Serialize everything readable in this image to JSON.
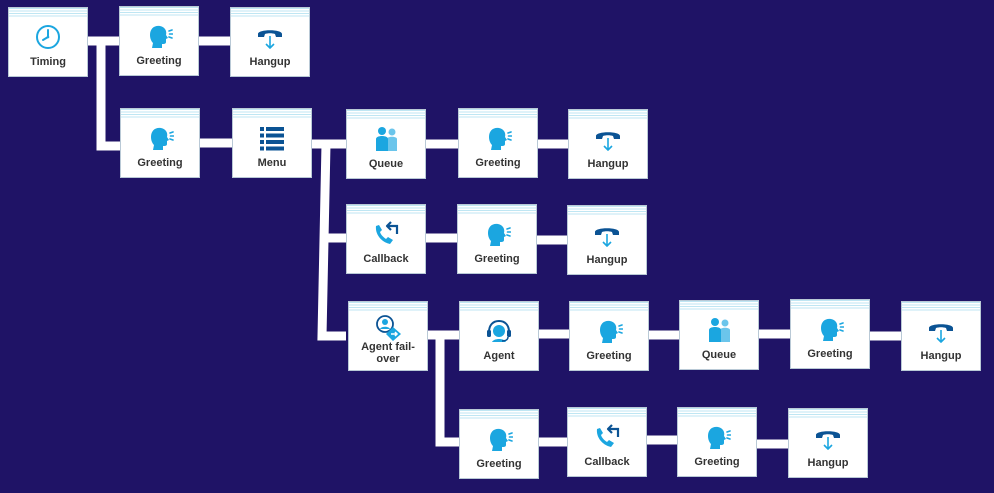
{
  "colors": {
    "background": "#1f1366",
    "wire": "#ffffff",
    "icon_light": "#1ba6e0",
    "icon_dark": "#0b5394"
  },
  "nodes": {
    "timing": {
      "label": "Timing",
      "icon": "clock-icon"
    },
    "greeting_top": {
      "label": "Greeting",
      "icon": "speaking-head-icon"
    },
    "hangup_top": {
      "label": "Hangup",
      "icon": "hangup-phone-icon"
    },
    "greeting_main": {
      "label": "Greeting",
      "icon": "speaking-head-icon"
    },
    "menu": {
      "label": "Menu",
      "icon": "menu-list-icon"
    },
    "queue_1": {
      "label": "Queue",
      "icon": "queue-people-icon"
    },
    "greeting_q1": {
      "label": "Greeting",
      "icon": "speaking-head-icon"
    },
    "hangup_q1": {
      "label": "Hangup",
      "icon": "hangup-phone-icon"
    },
    "callback_1": {
      "label": "Callback",
      "icon": "callback-phone-icon"
    },
    "greeting_cb1": {
      "label": "Greeting",
      "icon": "speaking-head-icon"
    },
    "hangup_cb1": {
      "label": "Hangup",
      "icon": "hangup-phone-icon"
    },
    "failover": {
      "label": "Agent fail-over",
      "icon": "agent-failover-icon"
    },
    "agent": {
      "label": "Agent",
      "icon": "headset-agent-icon"
    },
    "greeting_ag": {
      "label": "Greeting",
      "icon": "speaking-head-icon"
    },
    "queue_2": {
      "label": "Queue",
      "icon": "queue-people-icon"
    },
    "greeting_q2": {
      "label": "Greeting",
      "icon": "speaking-head-icon"
    },
    "hangup_q2": {
      "label": "Hangup",
      "icon": "hangup-phone-icon"
    },
    "greeting_fo": {
      "label": "Greeting",
      "icon": "speaking-head-icon"
    },
    "callback_2": {
      "label": "Callback",
      "icon": "callback-phone-icon"
    },
    "greeting_cb2": {
      "label": "Greeting",
      "icon": "speaking-head-icon"
    },
    "hangup_cb2": {
      "label": "Hangup",
      "icon": "hangup-phone-icon"
    }
  }
}
